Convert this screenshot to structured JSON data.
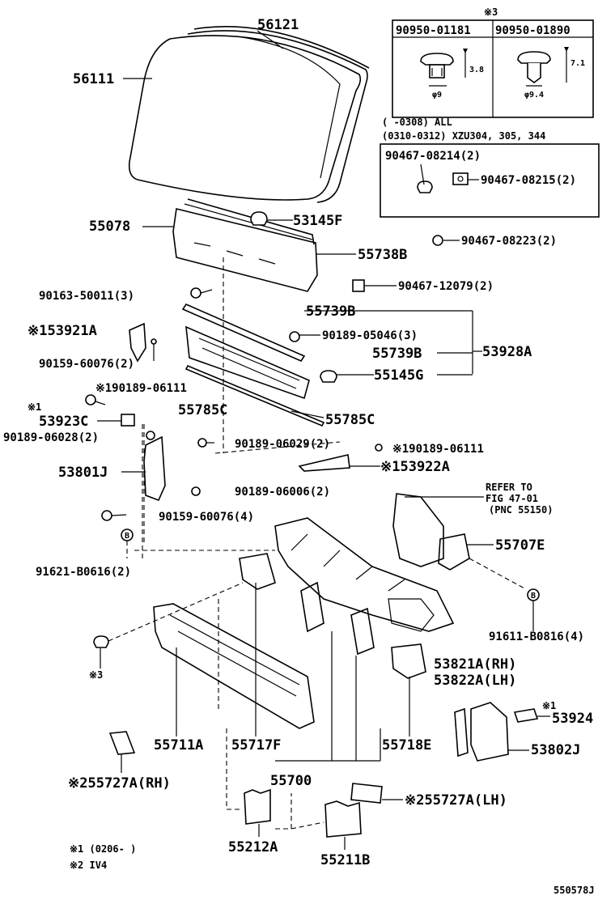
{
  "diagram_code": "550578J",
  "inset": {
    "note_mark": "※3",
    "col1": "90950-01181",
    "col2": "90950-01890",
    "dim1_h": "3.8",
    "dim1_d": "φ9",
    "dim2_h": "7.1",
    "dim2_d": "φ9.4"
  },
  "applicability": {
    "line1": "(      -0308) ALL",
    "line2": "(0310-0312) XZU304, 305, 344"
  },
  "parts": {
    "p56121": "56121",
    "p56111": "56111",
    "p55078": "55078",
    "p53145F": "53145F",
    "p90467_08214": "90467-08214(2)",
    "p90467_08215": "90467-08215(2)",
    "p90467_08223": "90467-08223(2)",
    "p55738B": "55738B",
    "p90163_50011": "90163-50011(3)",
    "p90467_12079": "90467-12079(2)",
    "p55739B_a": "55739B",
    "p53921A": "※153921A",
    "p90189_05046": "90189-05046(3)",
    "p55739B_b": "55739B",
    "p53928A": "53928A",
    "p90159_60076_2": "90159-60076(2)",
    "p55145G": "55145G",
    "p90189_06111_a": "※190189-06111",
    "p55785C_a": "55785C",
    "mark_1_a": "※1",
    "p53923C": "53923C",
    "p55785C_b": "55785C",
    "p90189_06028": "90189-06028(2)",
    "p90189_06029": "90189-06029(2)",
    "p90189_06111_b": "※190189-06111",
    "p53922A": "※153922A",
    "p53801J": "53801J",
    "p90189_06006": "90189-06006(2)",
    "refer": "REFER TO",
    "refer_fig": "FIG 47-01",
    "refer_pnc": "(PNC 55150)",
    "p90159_60076_4": "90159-60076(4)",
    "p55707E": "55707E",
    "p91621": "91621-B0616(2)",
    "p91611": "91611-B0816(4)",
    "mark_3": "※3",
    "p53821A": "53821A(RH)",
    "p53822A": "53822A(LH)",
    "mark_1_b": "※1",
    "p53924": "53924",
    "p55711A": "55711A",
    "p55717F": "55717F",
    "p55718E": "55718E",
    "p53802J": "53802J",
    "p55727A_rh": "※255727A(RH)",
    "p55700": "55700",
    "p55727A_lh": "※255727A(LH)",
    "p55212A": "55212A",
    "p55211B": "55211B",
    "circle_b": "B"
  },
  "footnotes": {
    "n1": "※1  (0206-      )",
    "n2": "※2  IV4"
  }
}
